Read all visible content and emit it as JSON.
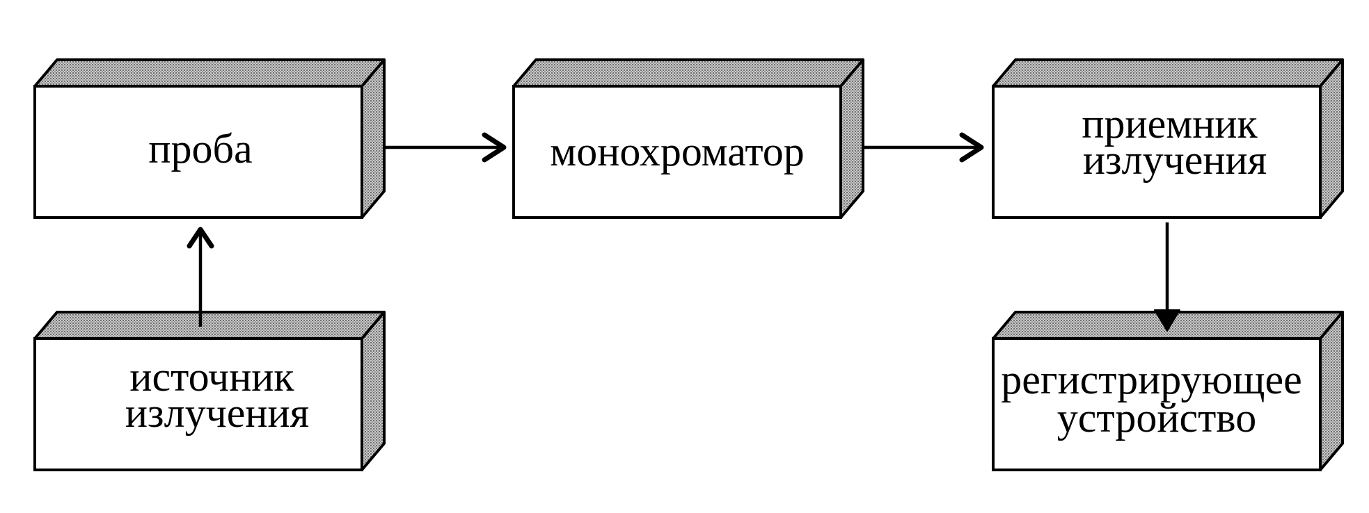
{
  "diagram": {
    "boxes": {
      "probe": {
        "lines": [
          "проба"
        ]
      },
      "monochromator": {
        "lines": [
          "монохроматор"
        ]
      },
      "receiver": {
        "lines": [
          "приемник",
          "излучения"
        ]
      },
      "source": {
        "lines": [
          "источник",
          "излучения"
        ]
      },
      "recorder": {
        "lines": [
          "регистрирующее",
          "устройство"
        ]
      }
    },
    "colors": {
      "stroke": "#000000",
      "background": "#ffffff",
      "shade": "#8a8a8a"
    }
  }
}
